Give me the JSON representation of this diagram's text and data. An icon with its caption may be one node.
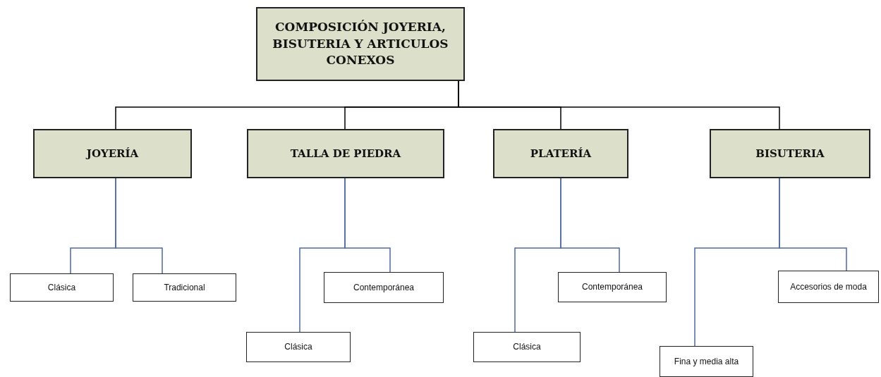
{
  "diagram": {
    "nodes": [
      {
        "text": [
          "COMPOSICIÓN JOYERIA, BISUTERIA Y ARTICULOS CONEXOS"
        ]
      },
      {
        "text": [
          "JOYERÍA"
        ]
      },
      {
        "text": [
          "TALLA DE PIEDRA"
        ]
      },
      {
        "text": [
          "PLATERÍA"
        ]
      },
      {
        "text": [
          "BISUTERIA"
        ]
      },
      {
        "text": [
          "Clásica"
        ]
      },
      {
        "text": [
          "Tradicional"
        ]
      },
      {
        "text": [
          "Contemporánea"
        ]
      },
      {
        "text": [
          "Clásica"
        ]
      },
      {
        "text": [
          "Contemporánea"
        ]
      },
      {
        "text": [
          "Clásica"
        ]
      },
      {
        "text": [
          "Accesorios de moda"
        ]
      },
      {
        "text": [
          "Fina y media alta"
        ]
      }
    ],
    "edges": [
      {
        "from": 0,
        "to": 1,
        "arrow": "none",
        "color": "#000000"
      },
      {
        "from": 0,
        "to": 2,
        "arrow": "none",
        "color": "#000000"
      },
      {
        "from": 0,
        "to": 3,
        "arrow": "none",
        "color": "#000000"
      },
      {
        "from": 0,
        "to": 4,
        "arrow": "none",
        "color": "#000000"
      },
      {
        "from": 1,
        "to": 5,
        "arrow": "none"
      },
      {
        "from": 1,
        "to": 6,
        "arrow": "none"
      },
      {
        "from": 2,
        "to": 7,
        "arrow": "none"
      },
      {
        "from": 2,
        "to": 8,
        "arrow": "none"
      },
      {
        "from": 3,
        "to": 9,
        "arrow": "none"
      },
      {
        "from": 3,
        "to": 10,
        "arrow": "none"
      },
      {
        "from": 4,
        "to": 11,
        "arrow": "none"
      },
      {
        "from": 4,
        "to": 12,
        "arrow": "none"
      }
    ]
  }
}
